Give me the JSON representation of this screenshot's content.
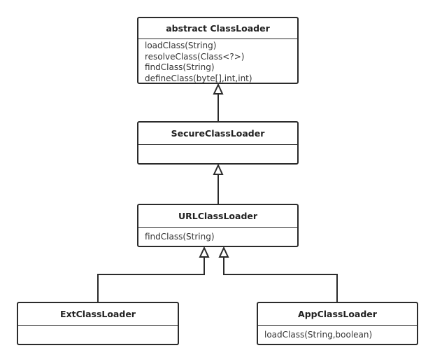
{
  "diagram": {
    "classes": [
      {
        "name": "abstract ClassLoader",
        "methods": [
          "loadClass(String)",
          "resolveClass(Class<?>)",
          "findClass(String)",
          "defineClass(byte[],int,int)"
        ]
      },
      {
        "name": "SecureClassLoader",
        "methods": []
      },
      {
        "name": "URLClassLoader",
        "methods": [
          "findClass(String)"
        ]
      },
      {
        "name": "ExtClassLoader",
        "methods": []
      },
      {
        "name": "AppClassLoader",
        "methods": [
          "loadClass(String,boolean)"
        ]
      }
    ],
    "relations": [
      {
        "from": "SecureClassLoader",
        "to": "abstract ClassLoader",
        "type": "inheritance"
      },
      {
        "from": "URLClassLoader",
        "to": "SecureClassLoader",
        "type": "inheritance"
      },
      {
        "from": "ExtClassLoader",
        "to": "URLClassLoader",
        "type": "inheritance"
      },
      {
        "from": "AppClassLoader",
        "to": "URLClassLoader",
        "type": "inheritance"
      }
    ],
    "line_color": "#2b2b2b"
  }
}
